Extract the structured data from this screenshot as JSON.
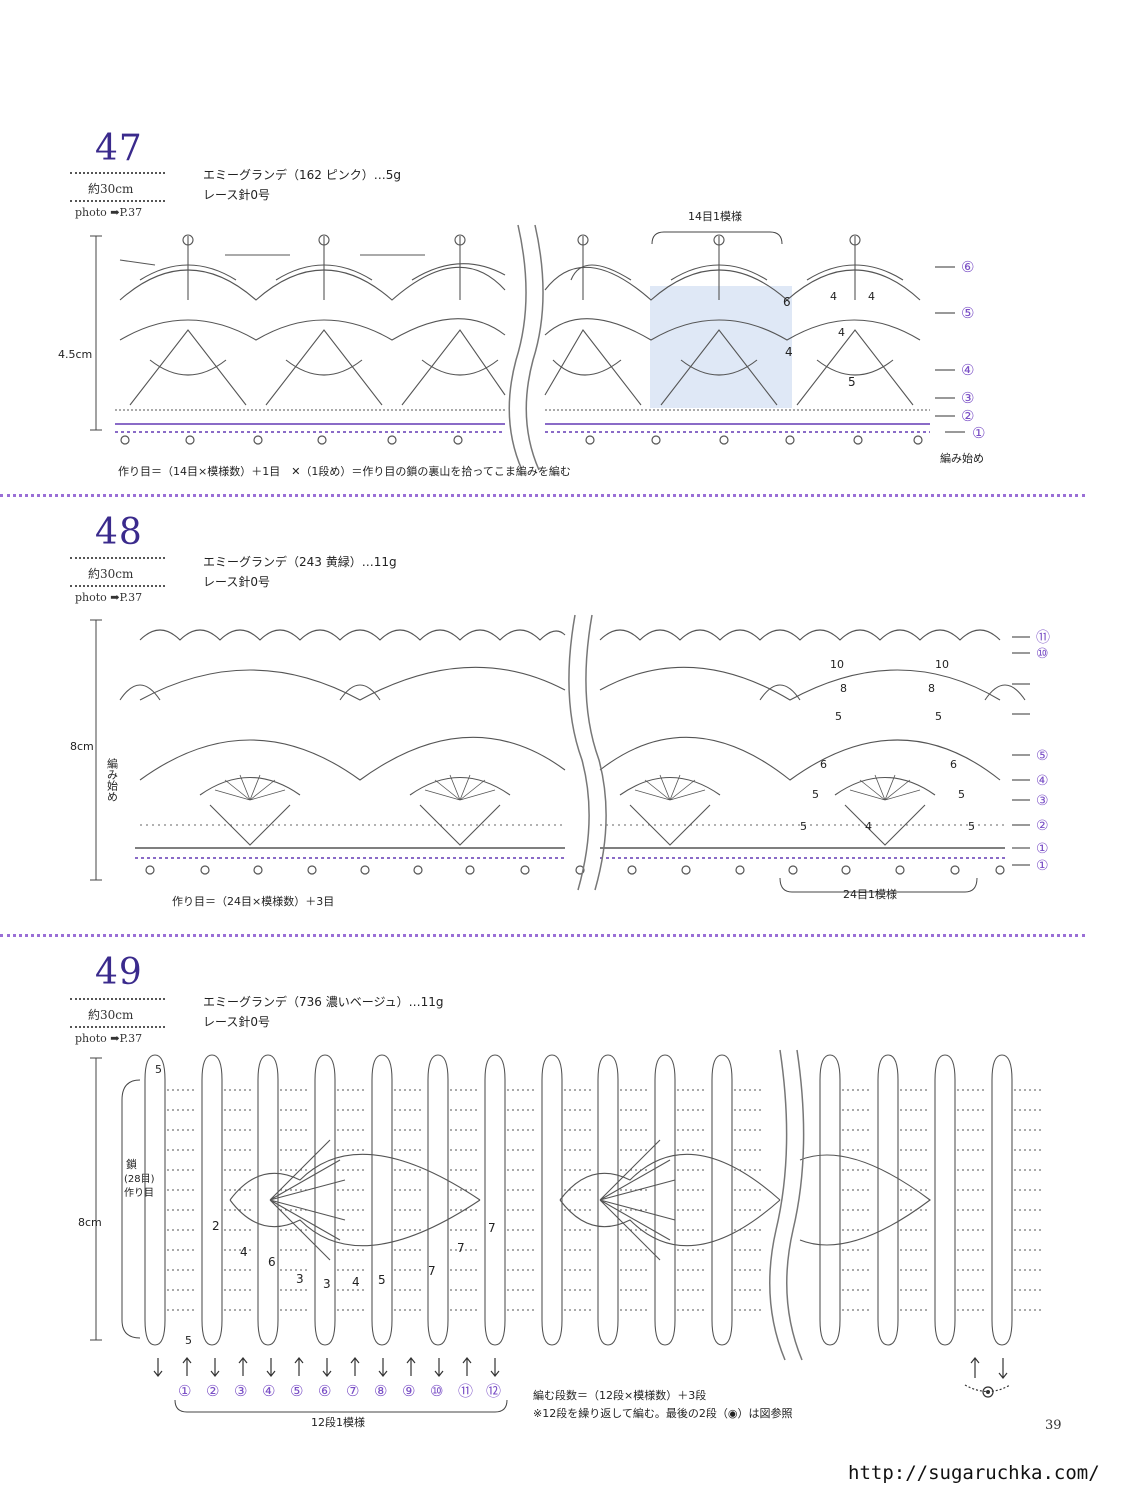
{
  "patterns": [
    {
      "number": "47",
      "width": "約30cm",
      "photo": "photo ➡P.37",
      "material": "エミーグランデ（162 ピンク）…5g",
      "hook": "レース針0号",
      "height": "4.5cm",
      "repeat_label": "14目1模様",
      "formula": "作り目＝（14目×模様数）＋1目　✕（1段め）＝作り目の鎖の裏山を拾ってこま編みを編む",
      "start_label": "編み始め",
      "rows": [
        "⑥",
        "⑤",
        "④",
        "③",
        "②",
        "①"
      ],
      "inner_numbers": [
        "6",
        "4",
        "4",
        "4",
        "4",
        "5"
      ]
    },
    {
      "number": "48",
      "width": "約30cm",
      "photo": "photo ➡P.37",
      "material": "エミーグランデ（243 黄緑）…11g",
      "hook": "レース針0号",
      "height": "8cm",
      "repeat_label": "24目1模様",
      "formula": "作り目＝（24目×模様数）＋3目",
      "start_label": "編み始め",
      "rows": [
        "⑪",
        "⑩",
        "",
        "",
        "⑤",
        "④",
        "③",
        "②",
        "①",
        "①"
      ],
      "inner_numbers": [
        "10",
        "10",
        "8",
        "8",
        "5",
        "5",
        "6",
        "6",
        "5",
        "5",
        "5",
        "5",
        "4"
      ]
    },
    {
      "number": "49",
      "width": "約30cm",
      "photo": "photo ➡P.37",
      "material": "エミーグランデ（736 濃いベージュ）…11g",
      "hook": "レース針0号",
      "height": "8cm",
      "chain_label": [
        "鎖",
        "(28目)",
        "作り目"
      ],
      "repeat_label": "12段1模様",
      "formula": "編む段数＝（12段×模様数）＋3段",
      "note": "※12段を繰り返して編む。最後の2段（◉）は図参照",
      "rows": [
        "①",
        "②",
        "③",
        "④",
        "⑤",
        "⑥",
        "⑦",
        "⑧",
        "⑨",
        "⑩",
        "⑪",
        "⑫"
      ],
      "inner_numbers": [
        "5",
        "2",
        "4",
        "6",
        "3",
        "3",
        "4",
        "5",
        "7",
        "7",
        "7",
        "5"
      ]
    }
  ],
  "page_number": "39",
  "url": "http://sugaruchka.com/",
  "colors": {
    "accent": "#9a6fd6",
    "number": "#3a2a8c",
    "highlight": "#dfe8f6"
  }
}
